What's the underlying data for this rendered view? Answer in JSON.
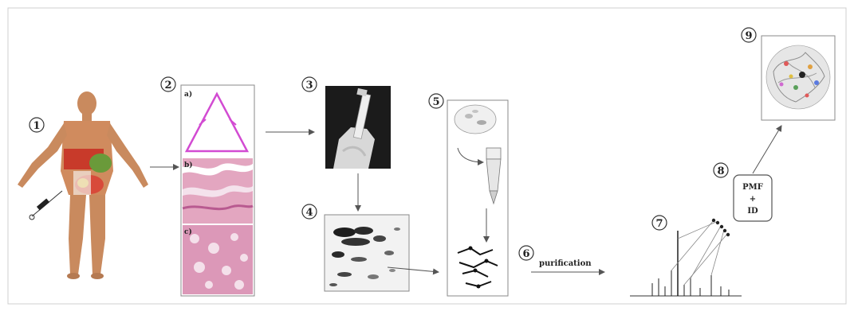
{
  "steps": [
    {
      "number": "1"
    },
    {
      "number": "2"
    },
    {
      "number": "3"
    },
    {
      "number": "4"
    },
    {
      "number": "5"
    },
    {
      "number": "6"
    },
    {
      "number": "7"
    },
    {
      "number": "8"
    },
    {
      "number": "9"
    }
  ],
  "panel_labels": [
    "a)",
    "b)",
    "c)"
  ],
  "purification_label": "purification",
  "pmf_box": {
    "line1": "PMF",
    "line2": "+",
    "line3": "ID"
  },
  "colors": {
    "triangle": "#d24bd2",
    "tissue_pink": "#e3a6c0",
    "tissue_dark": "#b85a90",
    "body_skin": "#d89a70",
    "organ_red": "#c83a2a",
    "organ_green": "#6a9a3a",
    "organ_yellow": "#e0c040"
  }
}
